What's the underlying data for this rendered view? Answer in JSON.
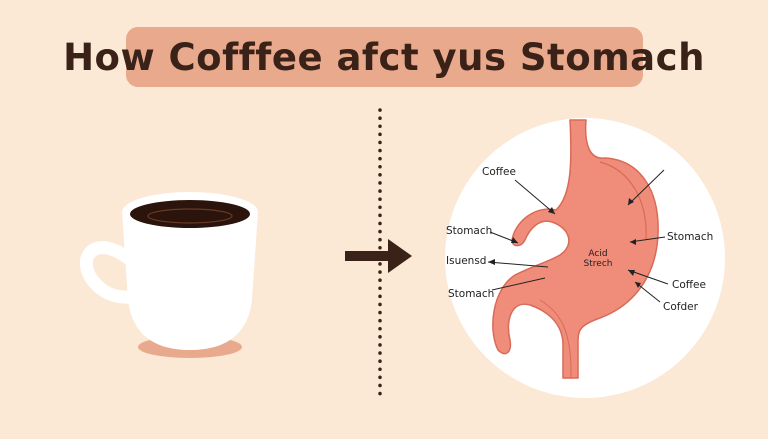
{
  "title": "How Cofffee afct yus Stomach",
  "colors": {
    "background": "#fbe8d5",
    "banner": "#e9a98c",
    "title_text": "#3a2218",
    "stomach": "#f08c7a",
    "stomach_outline": "#d96a58",
    "coffee": "#2b140c",
    "arrow": "#3a2218"
  },
  "labels": {
    "coffee_top": "Coffee",
    "stomach_left": "Stomach",
    "isuensd": "Isuensd",
    "stomach_bottom_left": "Stomach",
    "acid_line1": "Acid",
    "acid_line2": "Strech",
    "stomach_right": "Stomach",
    "coffee_right": "Coffee",
    "cofder": "Cofder"
  }
}
